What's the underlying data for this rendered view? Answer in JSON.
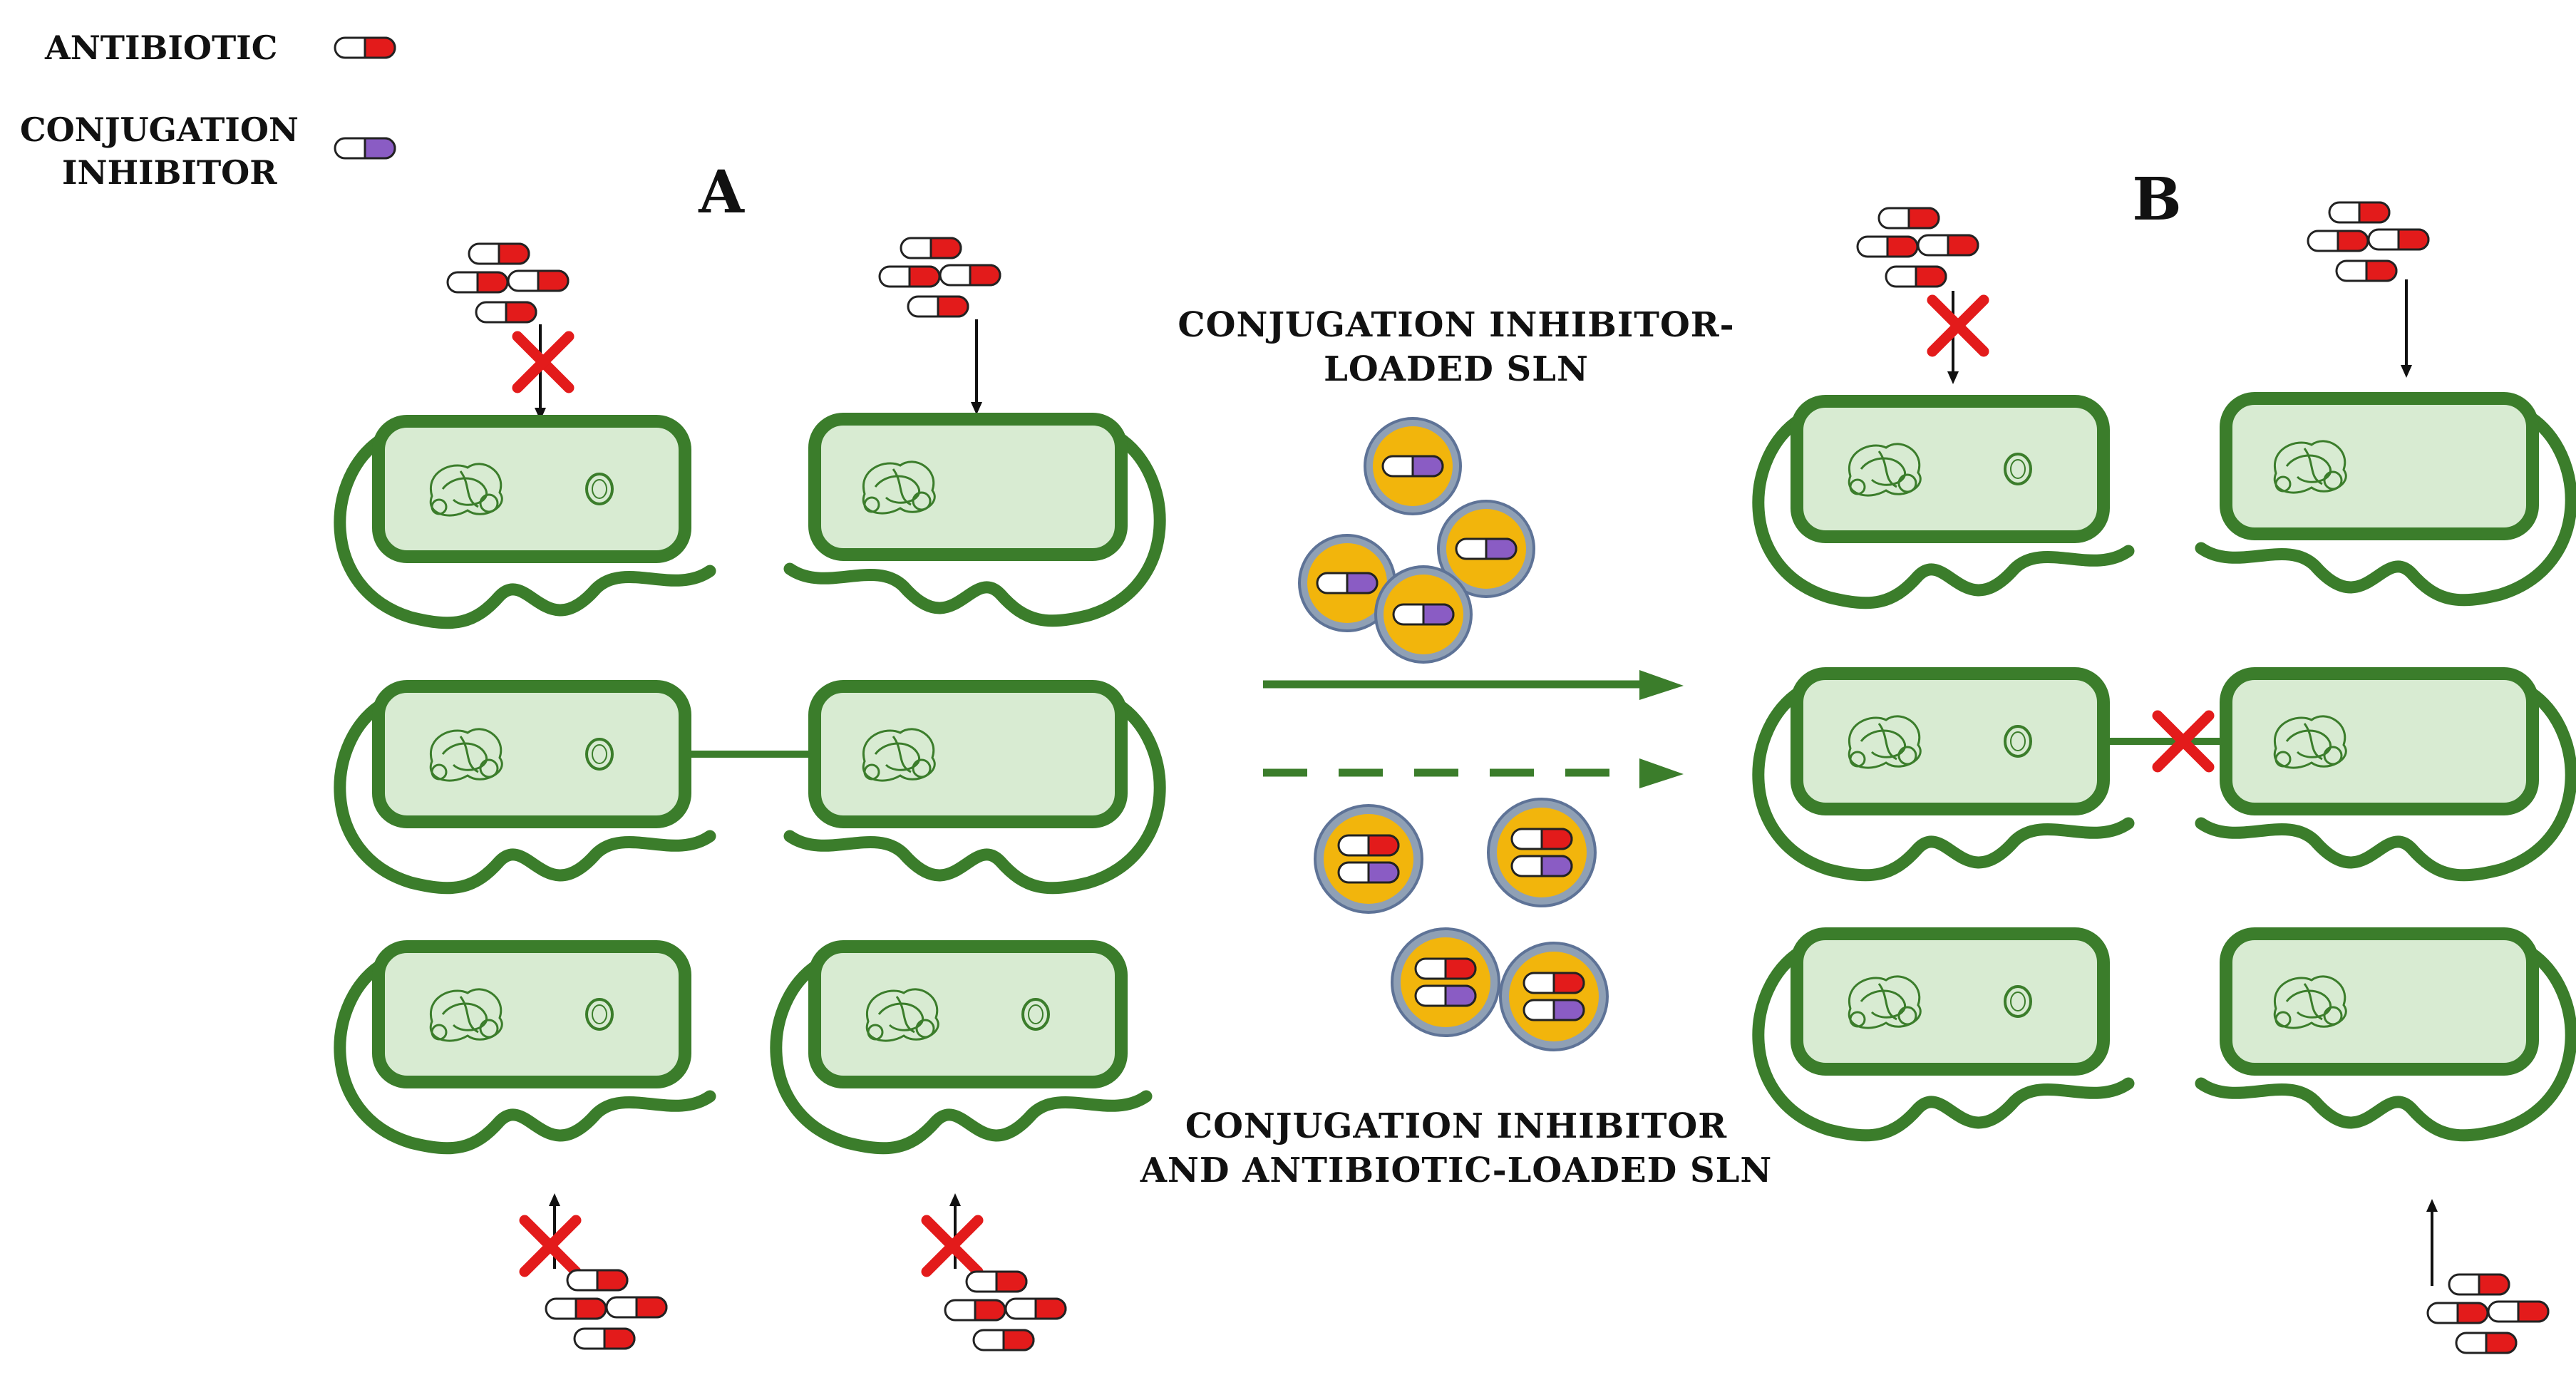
{
  "legend": {
    "antibiotic_label": "ANTIBIOTIC",
    "inhibitor_label_line1": "CONJUGATION",
    "inhibitor_label_line2": "INHIBITOR"
  },
  "panels": {
    "a_label": "A",
    "b_label": "B"
  },
  "captions": {
    "inhibitor_sln_line1": "CONJUGATION INHIBITOR-",
    "inhibitor_sln_line2": "LOADED SLN",
    "combo_sln_line1": "CONJUGATION INHIBITOR",
    "combo_sln_line2": "AND ANTIBIOTIC-LOADED SLN"
  },
  "colors": {
    "cell_stroke": "#3b7d2b",
    "cell_fill": "#d8ebd2",
    "antibiotic": "#e31b1b",
    "inhibitor": "#8a5cc4",
    "sln_core": "#f2b50c",
    "sln_ring": "#7d8fa8",
    "block_x": "#e31b1b"
  }
}
